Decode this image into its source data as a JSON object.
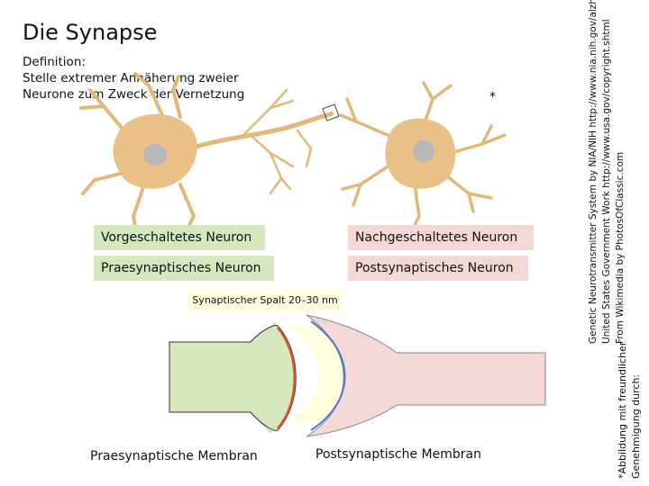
{
  "title": "Die Synapse",
  "definition": {
    "line1": "Definition:",
    "line2": "Stelle extremer Annäherung zweier",
    "line3": "Neurone zum Zweck der Vernetzung"
  },
  "star": "*",
  "labels": {
    "pre_neuron": "Vorgeschaltetes Neuron",
    "post_neuron": "Nachgeschaltetes Neuron",
    "pre_synaptic": "Praesynaptisches Neuron",
    "post_synaptic": "Postsynaptisches Neuron"
  },
  "gap_label": "Synaptischer Spalt 20–30 nm",
  "membranes": {
    "pre": "Praesynaptische Membran",
    "post": "Postsynaptische Membran"
  },
  "credit": {
    "line1": "Genetic Neurotransmitter System by NIA/NIH http://www.nia.nih.gov/alzheimers/",
    "line2": "United States Government Work http://www.usa.gov/copyright.shtml",
    "line3": "From Wikimedia by PhotosOfClassic.com"
  },
  "footnote": {
    "line1": "*Abbildung mit freundlicher",
    "line2": "Genehmigung durch:"
  },
  "colors": {
    "pre_fill": "#d6e6bd",
    "post_fill": "#f4d7d7",
    "gap_fill": "#ffffe0",
    "pre_membrane": "#e05030",
    "post_membrane": "#4a78c8",
    "neuron": "#e8c088"
  }
}
